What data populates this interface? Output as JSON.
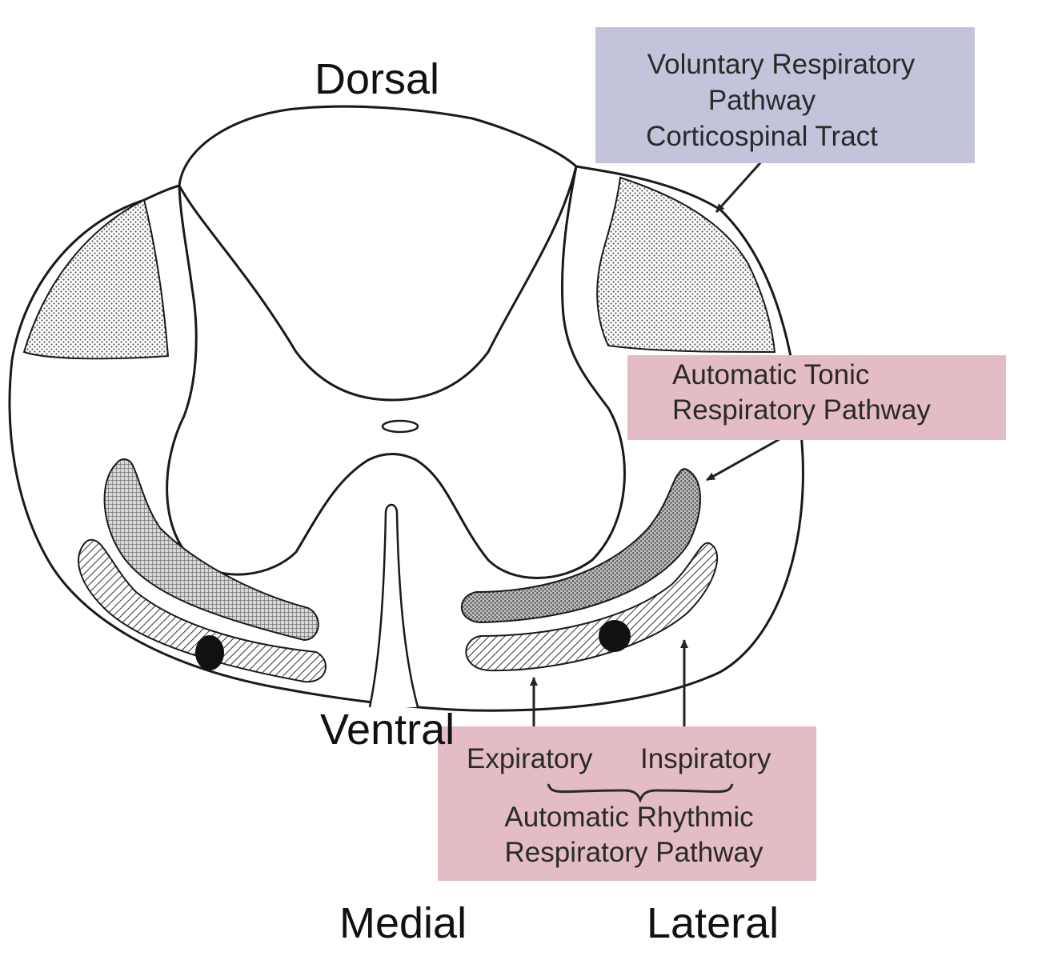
{
  "orientation": {
    "dorsal": "Dorsal",
    "ventral": "Ventral",
    "medial": "Medial",
    "lateral": "Lateral"
  },
  "voluntary_box": {
    "line1": "Voluntary Respiratory",
    "line2": "Pathway",
    "line3": "Corticospinal Tract",
    "color": "#c2c4dc"
  },
  "tonic_box": {
    "line1": "Automatic Tonic",
    "line2": "Respiratory Pathway",
    "color": "#e4bcc5"
  },
  "rhythmic_box": {
    "expiratory": "Expiratory",
    "inspiratory": "Inspiratory",
    "line1": "Automatic Rhythmic",
    "line2": "Respiratory Pathway",
    "color": "#e4bcc5"
  }
}
